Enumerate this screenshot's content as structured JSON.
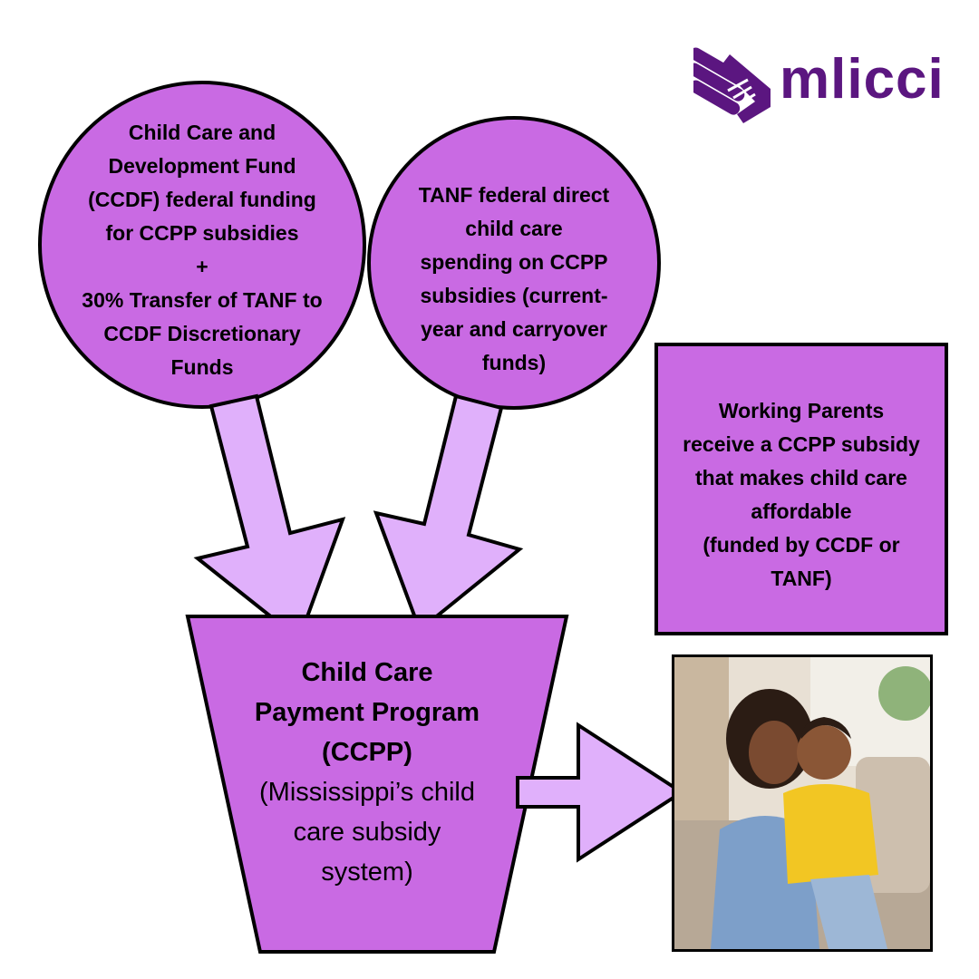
{
  "logo": {
    "text": "mlicci"
  },
  "colors": {
    "shape_fill": "#c96ae3",
    "arrow_fill": "#e0b0fb",
    "logo": "#5b1680",
    "outline": "#000000"
  },
  "circle_ccdf": {
    "lines": [
      "Child Care and",
      "Development Fund",
      "(CCDF) federal funding",
      "for CCPP subsidies",
      "+",
      "30% Transfer of TANF to",
      "CCDF Discretionary",
      "Funds"
    ]
  },
  "circle_tanf": {
    "lines": [
      "TANF federal direct",
      "child care",
      "spending on CCPP",
      "subsidies (current-",
      "year and carryover",
      "funds)"
    ]
  },
  "ccpp": {
    "title_lines": [
      "Child Care",
      "Payment Program",
      "(CCPP)"
    ],
    "subtitle_lines": [
      "(Mississippi’s child",
      "care subsidy",
      "system)"
    ]
  },
  "outcome_box": {
    "lines": [
      "Working Parents",
      "receive a CCPP subsidy",
      "that makes child care",
      "affordable",
      "(funded by CCDF or",
      "TANF)"
    ]
  }
}
